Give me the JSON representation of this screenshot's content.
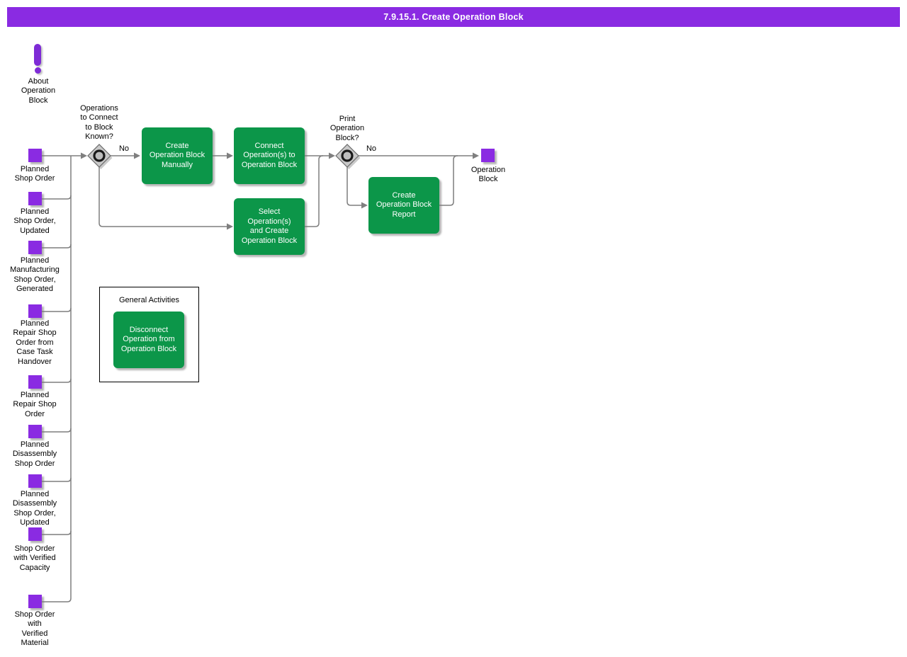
{
  "title_bar": {
    "text": "7.9.15.1. Create Operation Block",
    "bg": "#8A2BE2"
  },
  "colors": {
    "event_purple": "#8A2BE2",
    "activity_green": "#0C9649",
    "connector_gray": "#7F7F7F",
    "titlebar_purple": "#8A2BE2"
  },
  "about": {
    "label": "About\nOperation\nBlock"
  },
  "events": [
    {
      "label": "Planned\nShop Order"
    },
    {
      "label": "Planned\nShop Order,\nUpdated"
    },
    {
      "label": "Planned\nManufacturing\nShop Order,\nGenerated"
    },
    {
      "label": "Planned\nRepair Shop\nOrder from\nCase Task\nHandover"
    },
    {
      "label": "Planned\nRepair Shop\nOrder"
    },
    {
      "label": "Planned\nDisassembly\nShop Order"
    },
    {
      "label": "Planned\nDisassembly\nShop Order,\nUpdated"
    },
    {
      "label": "Shop Order\nwith Verified\nCapacity"
    },
    {
      "label": "Shop Order\nwith\nVerified\nMaterial"
    }
  ],
  "gateways": [
    {
      "question": "Operations\nto Connect\nto Block\nKnown?",
      "branch_label": "No"
    },
    {
      "question": "Print\nOperation\nBlock?",
      "branch_label": "No"
    }
  ],
  "activities": [
    {
      "label": "Create\nOperation Block\nManually"
    },
    {
      "label": "Connect\nOperation(s) to\nOperation Block"
    },
    {
      "label": "Select\nOperation(s)\nand Create\nOperation Block"
    },
    {
      "label": "Create\nOperation Block\nReport"
    }
  ],
  "general_activities": {
    "title": "General Activities",
    "items": [
      {
        "label": "Disconnect\nOperation from\nOperation Block"
      }
    ]
  },
  "output": {
    "label": "Operation\nBlock"
  }
}
